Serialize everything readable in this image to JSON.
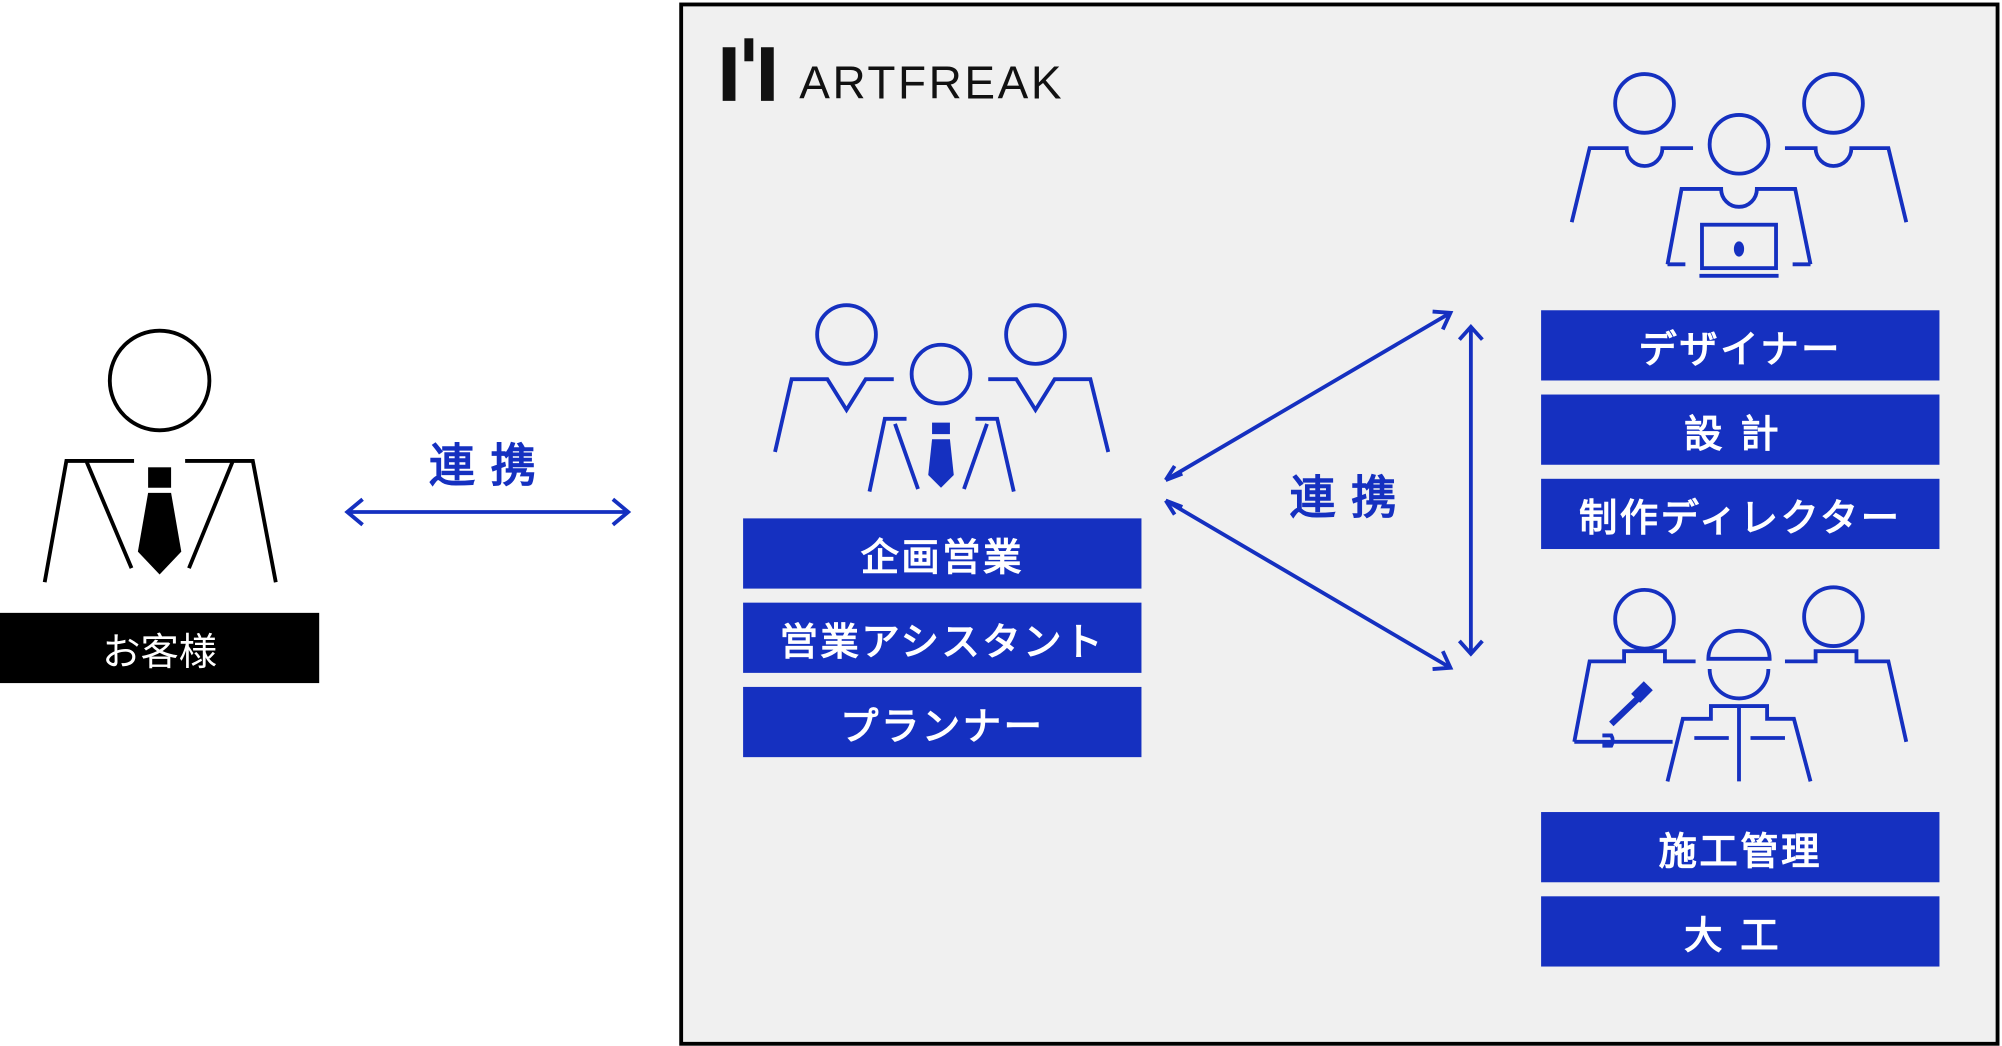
{
  "customer": {
    "label": "お客様"
  },
  "link_label_left": "連携",
  "link_label_right": "連携",
  "company": {
    "logo_text": "ARTFREAK"
  },
  "sales_team": {
    "roles": [
      "企画営業",
      "営業アシスタント",
      "プランナー"
    ]
  },
  "design_team": {
    "roles": [
      "デザイナー",
      "設計",
      "制作ディレクター"
    ]
  },
  "construction_team": {
    "roles": [
      "施工管理",
      "大工"
    ]
  },
  "colors": {
    "accent": "#1530c0",
    "panel": "#f0f0f0",
    "dark": "#000000"
  }
}
